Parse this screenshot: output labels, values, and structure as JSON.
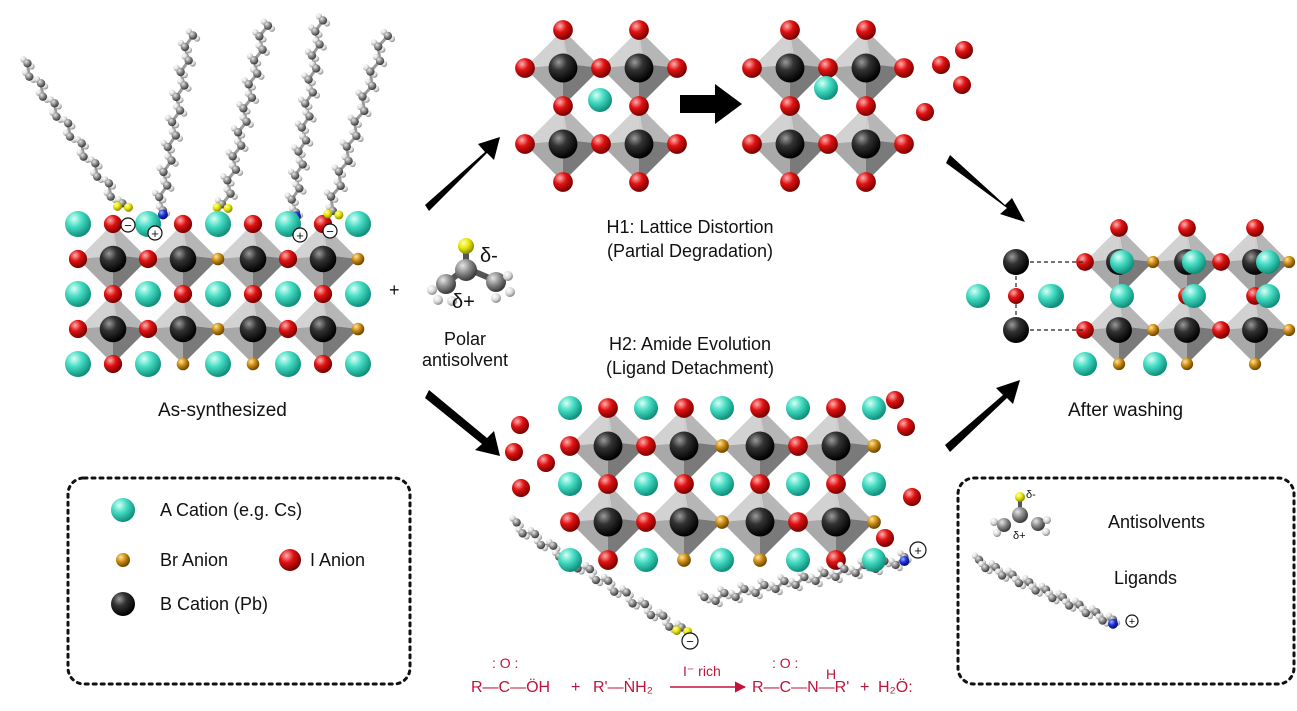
{
  "plus_sign": "+",
  "delta_minus": "δ-",
  "delta_plus": "δ+",
  "delta_minus_small": "δ-",
  "delta_plus_small": "δ+",
  "polar_antisolvent_line1": "Polar",
  "polar_antisolvent_line2": "antisolvent",
  "as_synthesized": "As-synthesized",
  "after_washing": "After washing",
  "h1_line1": "H1: Lattice Distortion",
  "h1_line2": "(Partial Degradation)",
  "h2_line1": "H2: Amide Evolution",
  "h2_line2": "(Ligand Detachment)",
  "legend_left": {
    "a_cation": "A Cation (e.g. Cs)",
    "br_anion": "Br Anion",
    "i_anion": "I Anion",
    "b_cation": "B Cation (Pb)"
  },
  "legend_right": {
    "antisolvents": "Antisolvents",
    "ligands": "Ligands"
  },
  "reaction": {
    "acid": "R—C—ÖH",
    "plus1": "+",
    "amine": "R'—ṄH₂",
    "condition": "I⁻ rich",
    "amide": "R—C—N—R'",
    "plus2": "+",
    "water": "H₂Ö:",
    "carbonyl": ": O :",
    "h_label": "H"
  },
  "colors": {
    "a_cation": "#3fd9c0",
    "br_anion": "#c88a12",
    "i_anion": "#e01010",
    "b_cation": "#111111",
    "reaction_text": "#c0143c"
  }
}
